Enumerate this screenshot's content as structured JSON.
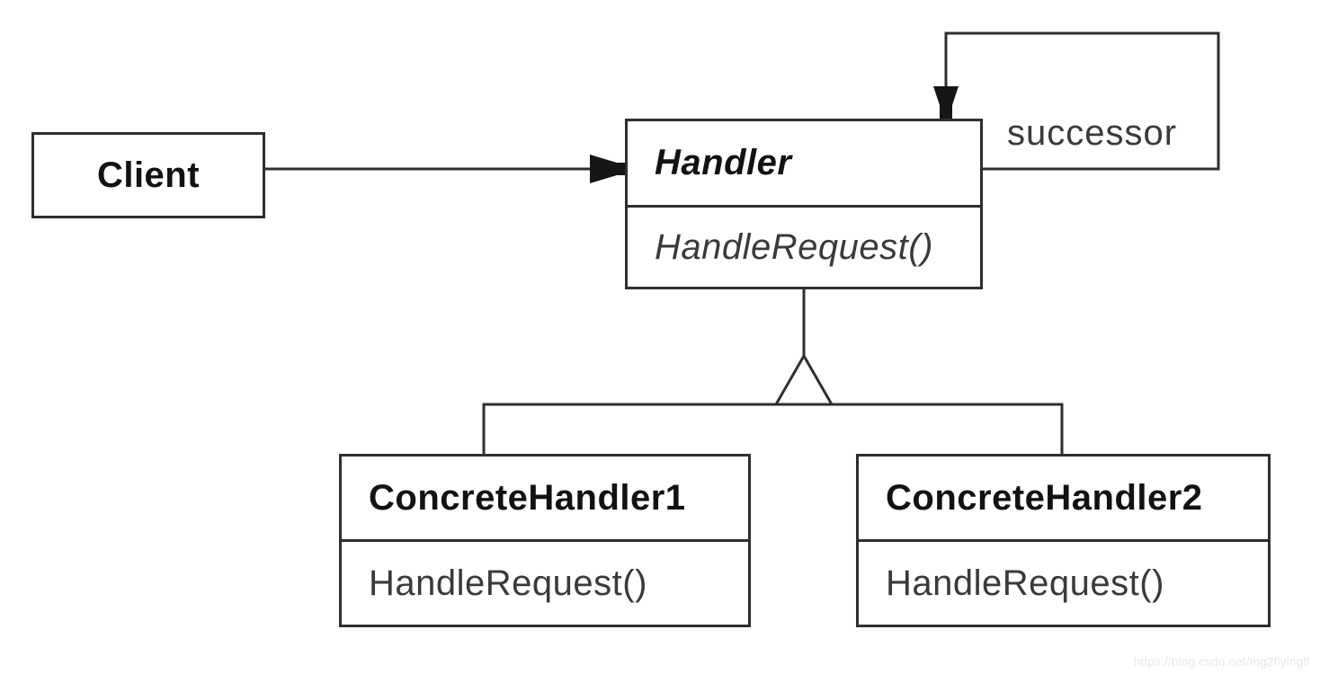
{
  "diagram_type": "uml-class-diagram",
  "classes": {
    "client": {
      "name": "Client"
    },
    "handler": {
      "name": "Handler",
      "method": "HandleRequest()"
    },
    "concrete_handler_1": {
      "name": "ConcreteHandler1",
      "method": "HandleRequest()"
    },
    "concrete_handler_2": {
      "name": "ConcreteHandler2",
      "method": "HandleRequest()"
    }
  },
  "labels": {
    "successor": "successor"
  },
  "relationships": {
    "client_to_handler": "association-arrow",
    "handler_to_self": "successor-self-association",
    "inheritance": "ConcreteHandler1 and ConcreteHandler2 inherit from Handler"
  },
  "watermark": {
    "text": "https://blog.csdn.net/mg2flyingff"
  },
  "colors": {
    "background": "#ffffff",
    "line": "#2f2f2f",
    "arrow_fill": "#161616",
    "title_text": "#121212",
    "method_text": "#3a3a3a",
    "watermark_text": "#e8e8e8"
  }
}
